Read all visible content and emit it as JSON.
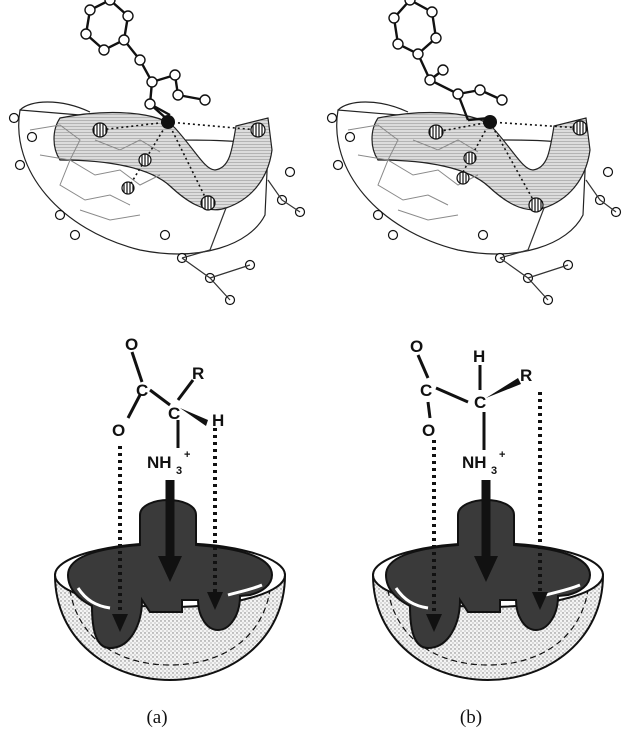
{
  "panels": [
    {
      "label": "(a)",
      "atoms": {
        "carbonyl_o": "O",
        "carboxyl_c": "C",
        "alpha_c": "C",
        "r_group": "R",
        "hydrogen": "H",
        "hydroxyl_o": "O",
        "amine": "NH",
        "amine_sub": "3",
        "amine_sup": "+"
      }
    },
    {
      "label": "(b)",
      "atoms": {
        "carbonyl_o": "O",
        "carboxyl_c": "C",
        "alpha_c": "C",
        "r_group": "R",
        "hydrogen": "H",
        "hydroxyl_o": "O",
        "amine": "NH",
        "amine_sub": "3",
        "amine_sup": "+"
      }
    }
  ],
  "colors": {
    "pocket_dark": "#3a3a3a",
    "bowl_stipple": "#c8c8c8",
    "surface_gray": "#9a9a9a",
    "line": "#111111",
    "background": "#ffffff"
  }
}
